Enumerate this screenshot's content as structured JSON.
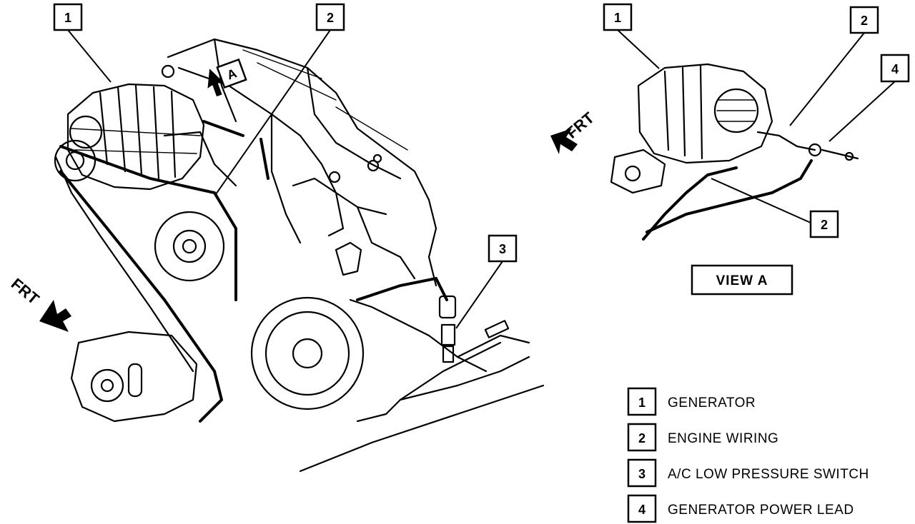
{
  "main_view": {
    "callouts": [
      "1",
      "2",
      "3"
    ],
    "frt_label": "FRT",
    "view_ref_label": "A"
  },
  "detail_view": {
    "callouts": [
      "1",
      "2",
      "4",
      "2"
    ],
    "frt_label": "FRT",
    "caption": "VIEW A"
  },
  "legend": [
    {
      "num": "1",
      "label": "GENERATOR"
    },
    {
      "num": "2",
      "label": "ENGINE WIRING"
    },
    {
      "num": "3",
      "label": "A/C LOW PRESSURE SWITCH"
    },
    {
      "num": "4",
      "label": "GENERATOR POWER LEAD"
    }
  ]
}
